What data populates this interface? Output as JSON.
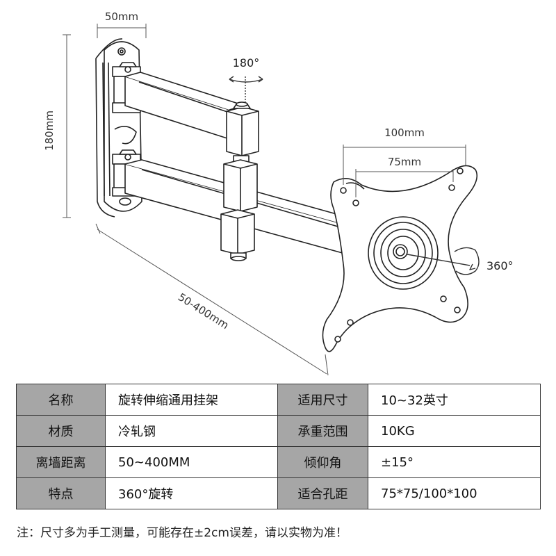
{
  "dimensions": {
    "plate_width": "50mm",
    "height": "180mm",
    "rotation_vertical": "180°",
    "vesa_outer": "100mm",
    "vesa_inner": "75mm",
    "rotation_plate": "360°",
    "extension": "50-400mm"
  },
  "specs": {
    "rows": [
      {
        "label_a": "名称",
        "value_a": "旋转伸缩通用挂架",
        "label_b": "适用尺寸",
        "value_b": "10~32英寸"
      },
      {
        "label_a": "材质",
        "value_a": "冷轧钢",
        "label_b": "承重范围",
        "value_b": "10KG"
      },
      {
        "label_a": "离墙距离",
        "value_a": "50~400MM",
        "label_b": "倾仰角",
        "value_b": "±15°"
      },
      {
        "label_a": "特点",
        "value_a": "360°旋转",
        "label_b": "适合孔距",
        "value_b": "75*75/100*100"
      }
    ]
  },
  "note": "注：尺寸多为手工测量，可能存在±2cm误差，请以实物为准！",
  "colors": {
    "line": "#222222",
    "label_bg": "#a6a6a6"
  }
}
